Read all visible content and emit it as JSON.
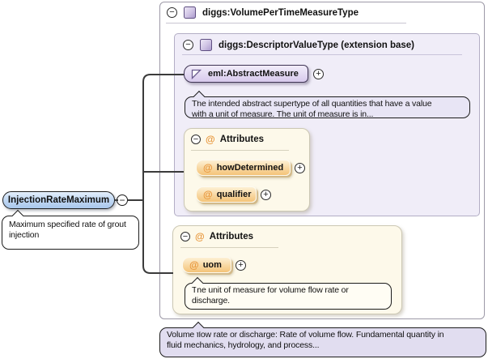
{
  "icons": {
    "collapse_glyph": "−",
    "expand_glyph": "+",
    "attribute_glyph": "@"
  },
  "element": {
    "label": "InjectionRateMaximum",
    "doc_line1": "Maximum specified rate of grout",
    "doc_line2": "injection"
  },
  "type_box": {
    "title": "diggs:VolumePerTimeMeasureType",
    "doc_line1": "Volume flow rate or discharge: Rate of volume flow. Fundamental quantity in",
    "doc_line2": "fluid mechanics, hydrology, and process..."
  },
  "base_type_box": {
    "title": "diggs:DescriptorValueType (extension base)",
    "base_element": {
      "label": "eml:AbstractMeasure",
      "doc_line1": "The intended abstract supertype of all quantities that have a value",
      "doc_line2": "with a unit of measure. The unit of measure is in..."
    },
    "attributes": {
      "title": "Attributes",
      "items": [
        {
          "label": "howDetermined"
        },
        {
          "label": "qualifier"
        }
      ]
    }
  },
  "extension_attributes": {
    "title": "Attributes",
    "items": [
      {
        "label": "uom"
      }
    ],
    "uom_doc_line1": "The unit of measure for volume flow rate or",
    "uom_doc_line2": "discharge."
  },
  "colors": {
    "element_fill_top": "#e4effc",
    "element_fill_bottom": "#a9c7ec",
    "base_element_fill_top": "#f2edfa",
    "base_element_fill_bottom": "#d7c9ec",
    "attribute_fill_top": "#fdf0d4",
    "attribute_fill_bottom": "#f4c378",
    "attribute_symbol": "#e8973c",
    "doc_bubble_lavender": "#e8e5f5",
    "attributes_box_fill": "#fdf9ea",
    "inner_box_fill": "#f0edf8",
    "connector": "#3b3b3b"
  }
}
